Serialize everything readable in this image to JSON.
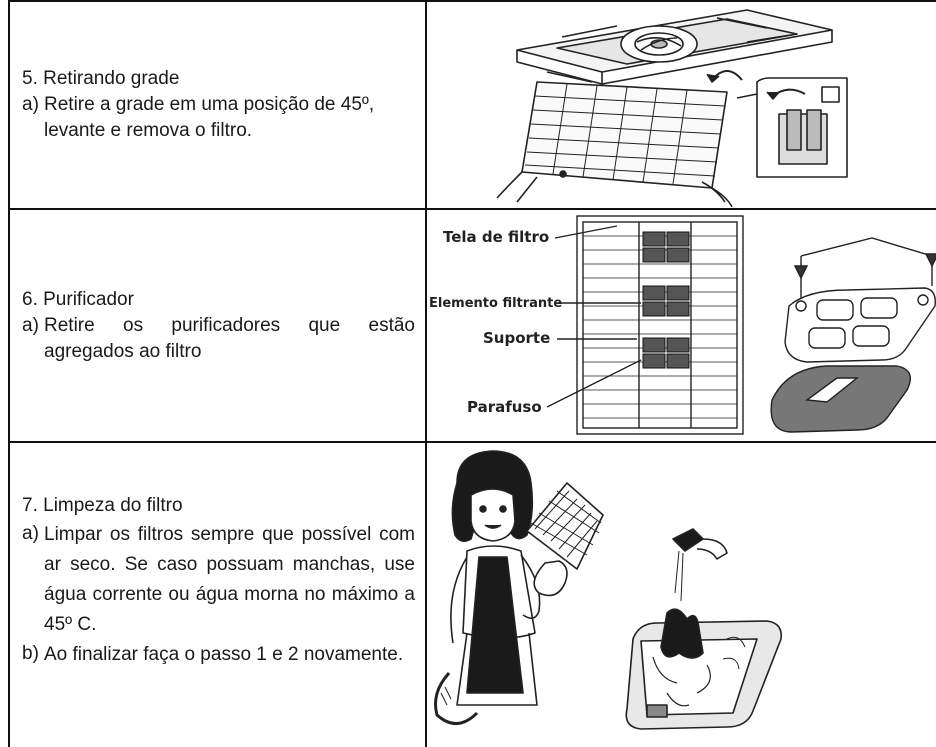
{
  "steps": [
    {
      "title": "5. Retirando grade",
      "items": [
        {
          "marker": "a)",
          "text": "Retire a grade em uma posição de 45º, levante e remova o filtro."
        }
      ]
    },
    {
      "title": "6. Purificador",
      "items": [
        {
          "marker": "a)",
          "text": "Retire os purificadores que estão agregados ao filtro"
        }
      ]
    },
    {
      "title": "7. Limpeza do filtro",
      "items": [
        {
          "marker": "a)",
          "text": "Limpar os filtros sempre que possível com ar seco. Se caso possuam manchas, use água corrente ou água morna no máximo a 45º C."
        },
        {
          "marker": "b)",
          "text": "Ao finalizar faça o passo 1 e 2 novamente."
        }
      ]
    }
  ],
  "filter_diagram": {
    "labels": {
      "screen": "Tela de filtro",
      "element": "Elemento filtrante",
      "support": "Suporte",
      "screw": "Parafuso"
    }
  }
}
